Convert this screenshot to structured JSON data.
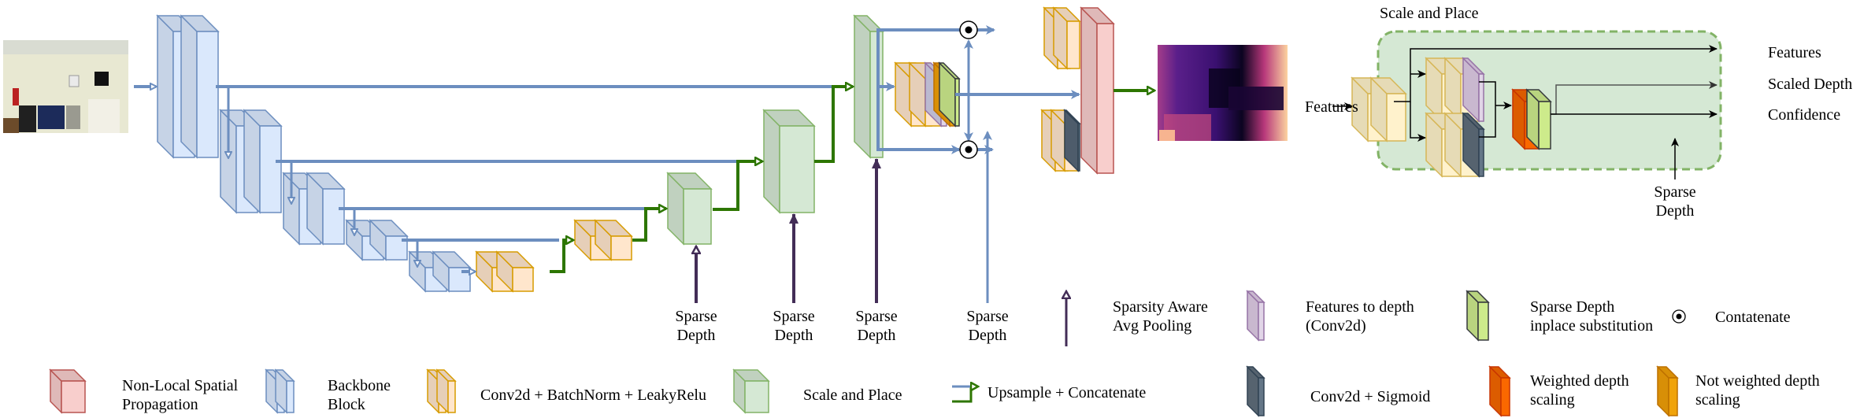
{
  "diagram": {
    "input_image": "rgb-input-photo",
    "output_image": "predicted-depth-map",
    "sparse_depth_labels": [
      [
        "Sparse",
        "Depth"
      ],
      [
        "Sparse",
        "Depth"
      ],
      [
        "Sparse",
        "Depth"
      ],
      [
        "Sparse",
        "Depth"
      ]
    ],
    "scale_and_place_detail": {
      "title": "Scale and Place",
      "input_label": "Features",
      "outputs": [
        "Features",
        "Scaled Depth",
        "Confidence"
      ],
      "sparse_depth_label": [
        "Sparse",
        "Depth"
      ]
    }
  },
  "legend": {
    "row1": [
      {
        "icon": "sparsity-aware-avg-pooling-arrow",
        "label": [
          "Sparsity Aware",
          "Avg Pooling"
        ]
      },
      {
        "icon": "features-to-depth-block",
        "label": [
          "Features to depth",
          "(Conv2d)"
        ]
      },
      {
        "icon": "sparse-depth-substitution-block",
        "label": [
          "Sparse Depth",
          "inplace substitution"
        ]
      },
      {
        "icon": "concatenate-symbol",
        "label": [
          "Contatenate"
        ]
      }
    ],
    "row2": [
      {
        "icon": "non-local-spatial-propagation-block",
        "label": [
          "Non-Local Spatial",
          "Propagation"
        ]
      },
      {
        "icon": "backbone-block",
        "label": [
          "Backbone",
          "Block"
        ]
      },
      {
        "icon": "conv-bn-leakyrelu-block",
        "label": [
          "Conv2d + BatchNorm + LeakyRelu"
        ]
      },
      {
        "icon": "scale-and-place-block",
        "label": [
          "Scale and Place"
        ]
      },
      {
        "icon": "upsample-concatenate-arrow",
        "label": [
          "Upsample + Concatenate"
        ]
      },
      {
        "icon": "conv-sigmoid-block",
        "label": [
          "Conv2d + Sigmoid"
        ]
      },
      {
        "icon": "weighted-depth-scaling-block",
        "label": [
          "Weighted depth",
          "scaling"
        ]
      },
      {
        "icon": "not-weighted-depth-scaling-block",
        "label": [
          "Not weighted depth",
          "scaling"
        ]
      }
    ]
  },
  "colors": {
    "backbone_front": "#dae8fc",
    "backbone_side": "#c6d3e6",
    "backbone_stroke": "#6c8ebf",
    "conv_front": "#ffe6cc",
    "conv_side": "#e6cfb8",
    "conv_stroke": "#d79b00",
    "sp_front": "#d5e8d4",
    "sp_side": "#c0d1bf",
    "sp_stroke": "#82b366",
    "nlsp_front": "#f8cecc",
    "nlsp_side": "#dfb9b8",
    "nlsp_stroke": "#b85450",
    "feat2depth_front": "#e1d5e7",
    "feat2depth_stroke": "#9673a6",
    "sigmoid_front": "#647687",
    "sigmoid_stroke": "#314354",
    "weighted_front": "#fa6800",
    "weighted_stroke": "#c73500",
    "notweighted_front": "#f0a30a",
    "notweighted_stroke": "#bd7000",
    "sparse_sub_front": "#cdeb8b",
    "sparse_sub_stroke": "#36393d",
    "skip_line": "#6c8ebf",
    "upsample_line": "#2d7600",
    "pool_arrow": "#432d57",
    "detail_bg": "#d5e8d4",
    "detail_stroke": "#82b366"
  }
}
